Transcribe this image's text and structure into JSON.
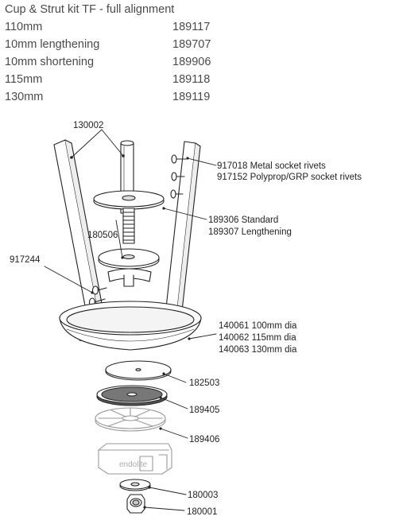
{
  "title": "Cup & Strut kit TF - full alignment",
  "kits": [
    {
      "name": "110mm",
      "code": "189117"
    },
    {
      "name": "10mm lengthening",
      "code": "189707"
    },
    {
      "name": "10mm shortening",
      "code": "189906"
    },
    {
      "name": "115mm",
      "code": "189118"
    },
    {
      "name": "130mm",
      "code": "189119"
    }
  ],
  "callouts": {
    "struts": "130002",
    "rivets_metal": "917018 Metal socket rivets",
    "rivets_poly": "917152 Polyprop/GRP socket rivets",
    "plate_standard": "189306 Standard",
    "plate_lengthening": "189307 Lengthening",
    "washer": "180506",
    "screws": "917244",
    "cup_100": "140061 100mm dia",
    "cup_115": "140062 115mm dia",
    "cup_130": "140063 130mm dia",
    "disc": "182503",
    "dome": "189405",
    "spoke": "189406",
    "flat_washer": "180003",
    "nut": "180001"
  },
  "logo_text": "endolite"
}
